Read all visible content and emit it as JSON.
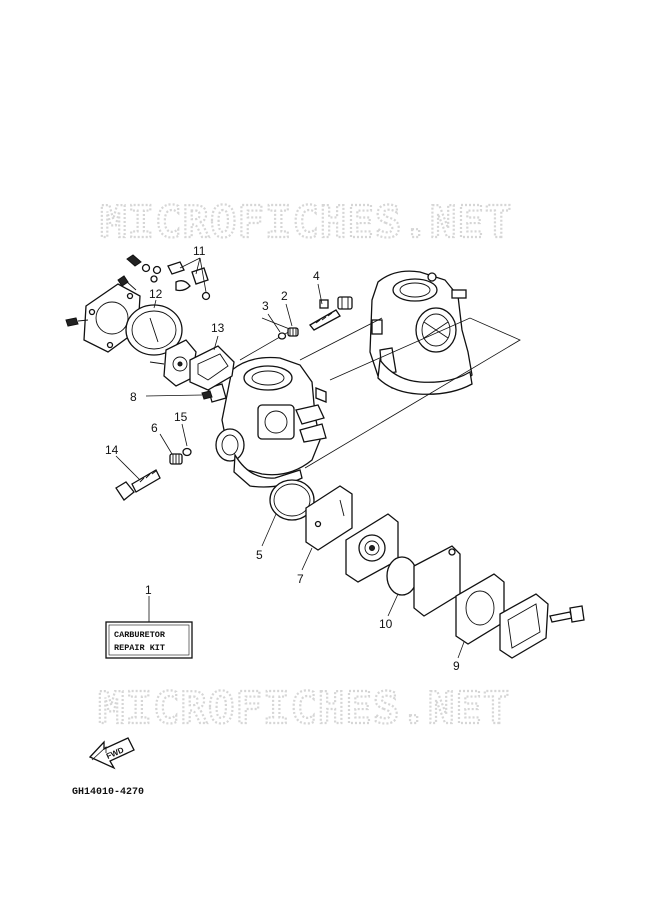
{
  "watermark": {
    "top": "MICROFICHES.NET",
    "bottom": "MICROFICHES.NET"
  },
  "repair_kit": {
    "line1": "CARBURETOR",
    "line2": "REPAIR KIT"
  },
  "fwd_label": "FWD",
  "diagram_code": "GH14010-4270",
  "callouts": {
    "c1": "1",
    "c2": "2",
    "c3": "3",
    "c4": "4",
    "c5": "5",
    "c6": "6",
    "c7": "7",
    "c8": "8",
    "c9": "9",
    "c10": "10",
    "c11": "11",
    "c12": "12",
    "c13": "13",
    "c14": "14",
    "c15": "15"
  },
  "colors": {
    "line": "#111111",
    "watermark": "#d6d6d6",
    "background": "#ffffff"
  }
}
